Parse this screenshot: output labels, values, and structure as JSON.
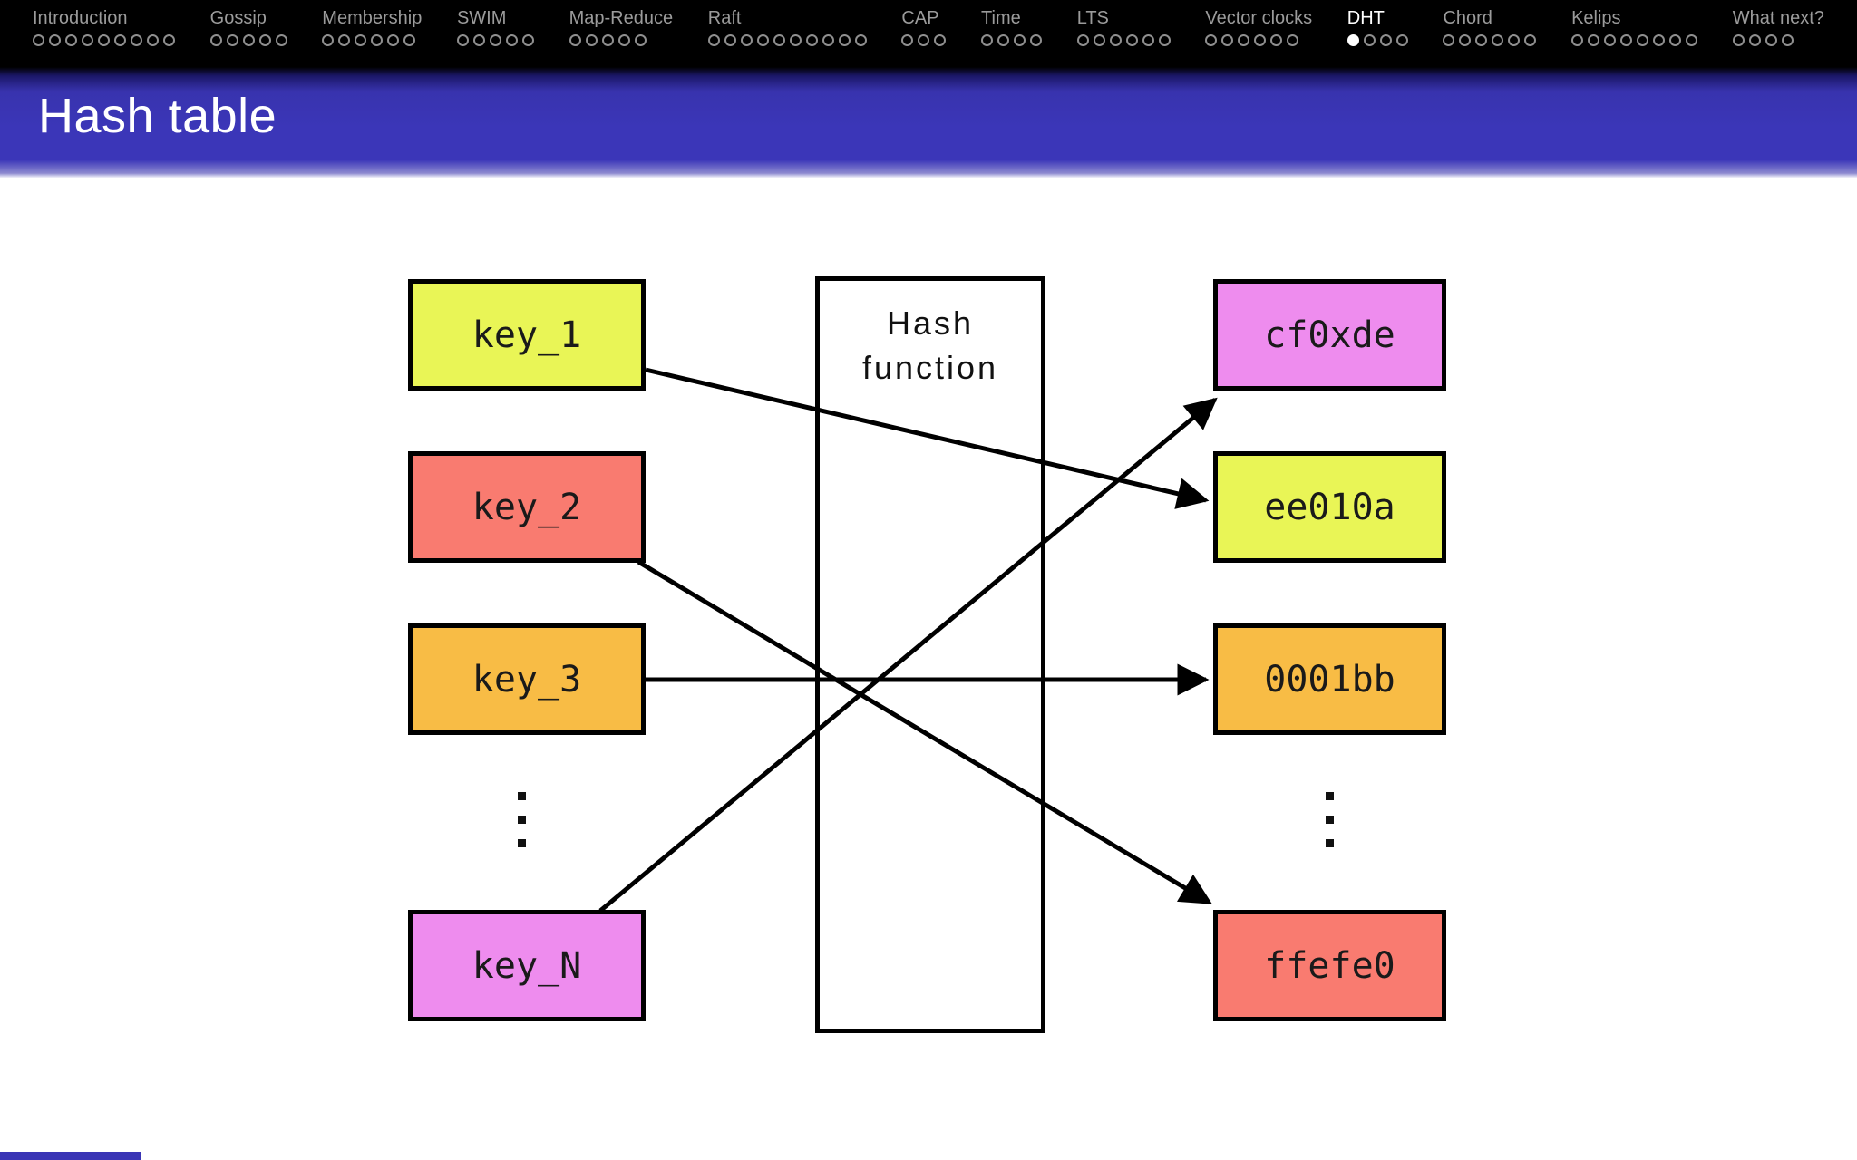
{
  "nav": {
    "sections": [
      {
        "label": "Introduction",
        "slides": 9,
        "current": false,
        "current_slide": -1
      },
      {
        "label": "Gossip",
        "slides": 5,
        "current": false,
        "current_slide": -1
      },
      {
        "label": "Membership",
        "slides": 6,
        "current": false,
        "current_slide": -1
      },
      {
        "label": "SWIM",
        "slides": 5,
        "current": false,
        "current_slide": -1
      },
      {
        "label": "Map-Reduce",
        "slides": 5,
        "current": false,
        "current_slide": -1
      },
      {
        "label": "Raft",
        "slides": 10,
        "current": false,
        "current_slide": -1
      },
      {
        "label": "CAP",
        "slides": 3,
        "current": false,
        "current_slide": -1
      },
      {
        "label": "Time",
        "slides": 4,
        "current": false,
        "current_slide": -1
      },
      {
        "label": "LTS",
        "slides": 6,
        "current": false,
        "current_slide": -1
      },
      {
        "label": "Vector clocks",
        "slides": 6,
        "current": false,
        "current_slide": -1
      },
      {
        "label": "DHT",
        "slides": 4,
        "current": true,
        "current_slide": 0
      },
      {
        "label": "Chord",
        "slides": 6,
        "current": false,
        "current_slide": -1
      },
      {
        "label": "Kelips",
        "slides": 8,
        "current": false,
        "current_slide": -1
      },
      {
        "label": "What next?",
        "slides": 4,
        "current": false,
        "current_slide": -1
      }
    ]
  },
  "slide": {
    "title": "Hash table"
  },
  "diagram": {
    "keys": [
      {
        "label": "key_1",
        "color": "#e9f556"
      },
      {
        "label": "key_2",
        "color": "#f97b70"
      },
      {
        "label": "key_3",
        "color": "#f8bc45"
      },
      {
        "label": "key_N",
        "color": "#ee8cee"
      }
    ],
    "hash_box": {
      "label": "Hash function"
    },
    "values": [
      {
        "label": "cf0xde",
        "color": "#ee8cee"
      },
      {
        "label": "ee010a",
        "color": "#e9f556"
      },
      {
        "label": "0001bb",
        "color": "#f8bc45"
      },
      {
        "label": "ffefe0",
        "color": "#f97b70"
      }
    ],
    "mappings": [
      {
        "from": "key_1",
        "to": "ee010a"
      },
      {
        "from": "key_2",
        "to": "ffefe0"
      },
      {
        "from": "key_3",
        "to": "0001bb"
      },
      {
        "from": "key_N",
        "to": "cf0xde"
      }
    ]
  },
  "colors": {
    "nav_background": "#000000",
    "nav_text": "#9b9b9b",
    "nav_current_text": "#ffffff",
    "title_bar": "#3b36b8",
    "title_text": "#ffffff",
    "box_border": "#000000",
    "arrow": "#000000"
  }
}
